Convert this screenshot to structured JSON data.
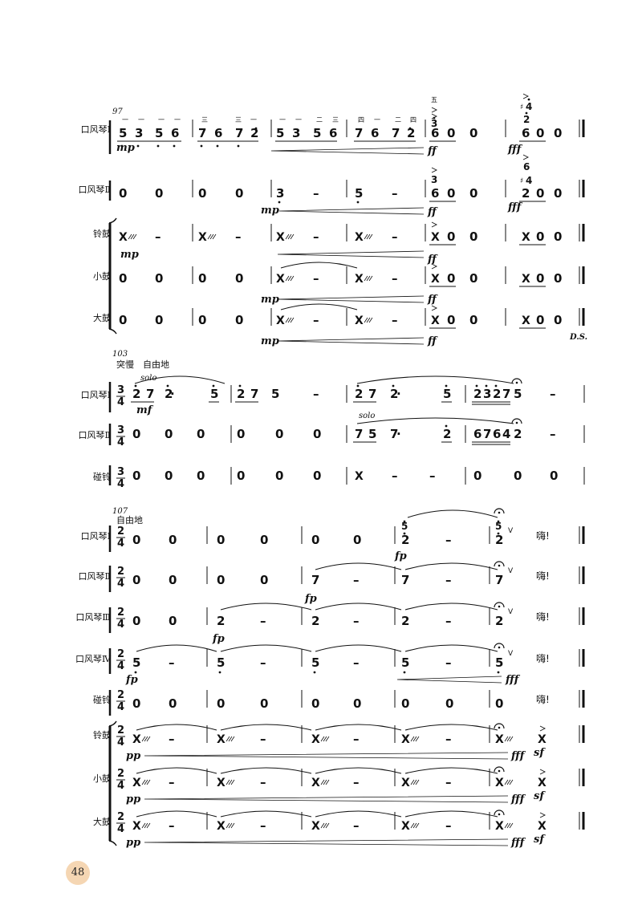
{
  "page_number": "48",
  "ds_marking": "D.S.",
  "systems": [
    {
      "measure_number": "97",
      "tempo": "",
      "staves": [
        {
          "name": "口风琴Ⅰ",
          "notes": [
            "5 3 | 5 6",
            "7 6 | 7 2",
            "5 3 | 5 6",
            "7 6 | 7 2",
            "6 0 | 0",
            "6 0 | 0"
          ],
          "fingering": [
            "一",
            "一",
            "一",
            "一",
            "三",
            "三",
            "一",
            "一",
            "一",
            "二",
            "三",
            "四",
            "一",
            "二",
            "四",
            "五",
            "♯4"
          ],
          "dynamics": [
            "mp",
            "ff",
            "fff"
          ]
        },
        {
          "name": "口风琴Ⅱ",
          "notes": [
            "0 0",
            "0 0",
            "3 –",
            "5 –",
            "6 0 0",
            "2 0 0"
          ],
          "dynamics": [
            "mp",
            "ff",
            "fff"
          ],
          "top_pitches": [
            "3",
            "6",
            "♯4"
          ]
        },
        {
          "name": "铃鼓",
          "notes": [
            "X –",
            "X –",
            "X –",
            "X –",
            "X 0 0",
            "X 0 0"
          ],
          "dynamics": [
            "mp",
            "ff"
          ]
        },
        {
          "name": "小鼓",
          "notes": [
            "0 0",
            "0 0",
            "X –",
            "X –",
            "X 0 0",
            "X 0 0"
          ],
          "dynamics": [
            "mp",
            "ff"
          ]
        },
        {
          "name": "大鼓",
          "notes": [
            "0 0",
            "0 0",
            "X –",
            "X –",
            "X 0 0",
            "X 0 0"
          ],
          "dynamics": [
            "mp",
            "ff"
          ]
        }
      ]
    },
    {
      "measure_number": "103",
      "tempo": "突慢　自由地",
      "time_signature": "3/4",
      "staves": [
        {
          "name": "口风琴Ⅰ",
          "notes": [
            "2 7 2· 5",
            "2 7 5 –",
            "2 7 2· 5",
            "2 3 2 7 5 –"
          ],
          "expression": "solo",
          "dynamics": [
            "mf"
          ]
        },
        {
          "name": "口风琴Ⅱ",
          "notes": [
            "0 0 0",
            "0 0 0",
            "7 5 7· 2",
            "6 7 6 4 2 –"
          ],
          "expression": "solo"
        },
        {
          "name": "碰铃",
          "notes": [
            "0 0 0",
            "0 0 0",
            "X – –",
            "0 0 0"
          ]
        }
      ]
    },
    {
      "measure_number": "107",
      "tempo": "自由地",
      "time_signature": "2/4",
      "shout": "嗨!",
      "staves": [
        {
          "name": "口风琴Ⅰ",
          "notes": [
            "0 0",
            "0 0",
            "0 0",
            "2 –",
            "2"
          ],
          "top_pitch": "5"
        },
        {
          "name": "口风琴Ⅱ",
          "notes": [
            "0 0",
            "0 0",
            "7 –",
            "7 –",
            "7"
          ],
          "dynamics": [
            "fp"
          ]
        },
        {
          "name": "口风琴Ⅲ",
          "notes": [
            "0 0",
            "2 –",
            "2 –",
            "2 –",
            "2"
          ],
          "dynamics": [
            "fp"
          ]
        },
        {
          "name": "口风琴Ⅳ",
          "notes": [
            "5 –",
            "5 –",
            "5 –",
            "5 –",
            "5"
          ],
          "dynamics": [
            "fp",
            "fp",
            "fff"
          ]
        },
        {
          "name": "碰铃",
          "notes": [
            "0 0",
            "0 0",
            "0 0",
            "0 0",
            "0"
          ]
        },
        {
          "name": "铃鼓",
          "notes": [
            "X –",
            "X –",
            "X –",
            "X –",
            "X",
            "X"
          ],
          "dynamics": [
            "pp",
            "fff",
            "sf"
          ]
        },
        {
          "name": "小鼓",
          "notes": [
            "X –",
            "X –",
            "X –",
            "X –",
            "X",
            "X"
          ],
          "dynamics": [
            "pp",
            "fff",
            "sf"
          ]
        },
        {
          "name": "大鼓",
          "notes": [
            "X –",
            "X –",
            "X –",
            "X –",
            "X",
            "X"
          ],
          "dynamics": [
            "pp",
            "fff",
            "sf"
          ]
        }
      ]
    }
  ]
}
